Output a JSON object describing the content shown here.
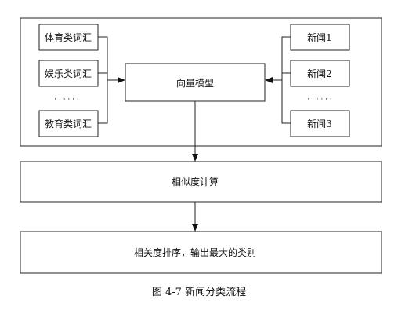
{
  "diagram": {
    "left_boxes": [
      "体育类词汇",
      "娱乐类词汇",
      "教育类词汇"
    ],
    "left_ellipsis": "· · · · · ·",
    "right_boxes": [
      "新闻1",
      "新闻2",
      "新闻3"
    ],
    "right_ellipsis": "· · · · · ·",
    "center_box": "向量模型",
    "similarity_box": "相似度计算",
    "ranking_box": "相关度排序，输出最大的类别"
  },
  "caption": "图 4-7  新闻分类流程"
}
